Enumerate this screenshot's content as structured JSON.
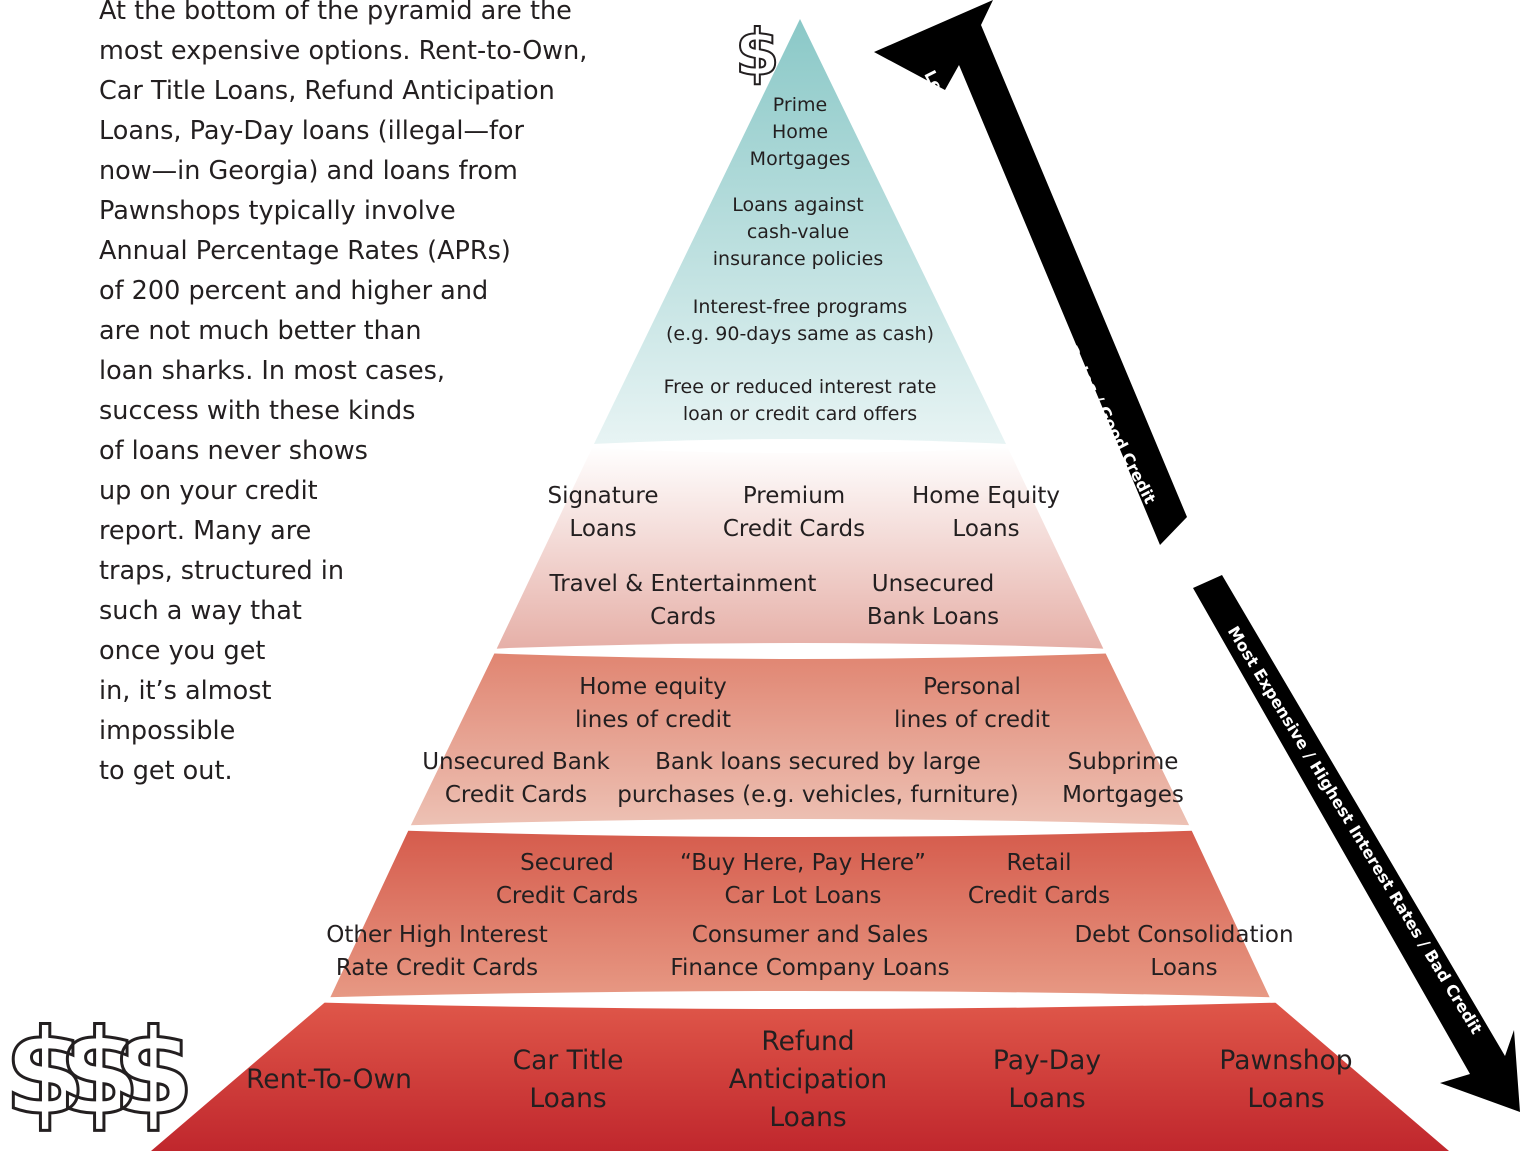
{
  "intro_text": [
    "At the bottom of the pyramid are the",
    "most expensive options. Rent-to-Own,",
    "Car Title Loans, Refund Anticipation",
    "Loans, Pay-Day loans (illegal—for",
    "now—in Georgia) and loans from",
    "Pawnshops typically involve",
    "Annual Percentage Rates (APRs)",
    "of 200 percent and higher and",
    "are not much better than",
    "loan sharks. In most cases,",
    "success with these kinds",
    "of loans never shows",
    "up on your credit",
    "report. Many are",
    "traps, structured in",
    "such a way that",
    "once you get",
    "in, it’s almost",
    "impossible",
    "to get out."
  ],
  "top_symbol": "$",
  "bottom_symbol": "$$$",
  "tiers": [
    {
      "items": [
        [
          "Prime",
          "Home",
          "Mortgages"
        ],
        [
          "Loans against",
          "cash-value",
          "insurance policies"
        ],
        [
          "Interest-free programs",
          "(e.g. 90-days same as cash)"
        ],
        [
          "Free or reduced interest rate",
          "loan or credit card offers"
        ]
      ]
    },
    {
      "items": [
        [
          "Signature",
          "Loans"
        ],
        [
          "Premium",
          "Credit Cards"
        ],
        [
          "Home Equity",
          "Loans"
        ],
        [
          "Travel & Entertainment",
          "Cards"
        ],
        [
          "Unsecured",
          "Bank Loans"
        ]
      ]
    },
    {
      "items": [
        [
          "Home equity",
          "lines of credit"
        ],
        [
          "Personal",
          "lines of credit"
        ],
        [
          "Unsecured Bank",
          "Credit Cards"
        ],
        [
          "Bank loans secured by large",
          "purchases (e.g. vehicles, furniture)"
        ],
        [
          "Subprime",
          "Mortgages"
        ]
      ]
    },
    {
      "items": [
        [
          "Secured",
          "Credit Cards"
        ],
        [
          "“Buy Here, Pay Here”",
          "Car Lot Loans"
        ],
        [
          "Retail",
          "Credit Cards"
        ],
        [
          "Other High Interest",
          "Rate Credit Cards"
        ],
        [
          "Consumer and Sales",
          "Finance Company Loans"
        ],
        [
          "Debt Consolidation",
          "Loans"
        ]
      ]
    },
    {
      "items": [
        [
          "Rent-To-Own"
        ],
        [
          "Car Title",
          "Loans"
        ],
        [
          "Refund",
          "Anticipation",
          "Loans"
        ],
        [
          "Pay-Day",
          "Loans"
        ],
        [
          "Pawnshop",
          "Loans"
        ]
      ]
    }
  ],
  "arrows": {
    "up": "Least Expensive / Lowest Interest Rates / Good Credit",
    "down": "Most Expensive / Highest Interest Rates / Bad Credit"
  },
  "colors": {
    "tier1_top": "#8ac8c7",
    "tier_bottom": "#c0272d",
    "arrow": "#000000",
    "text": "#231f20"
  }
}
